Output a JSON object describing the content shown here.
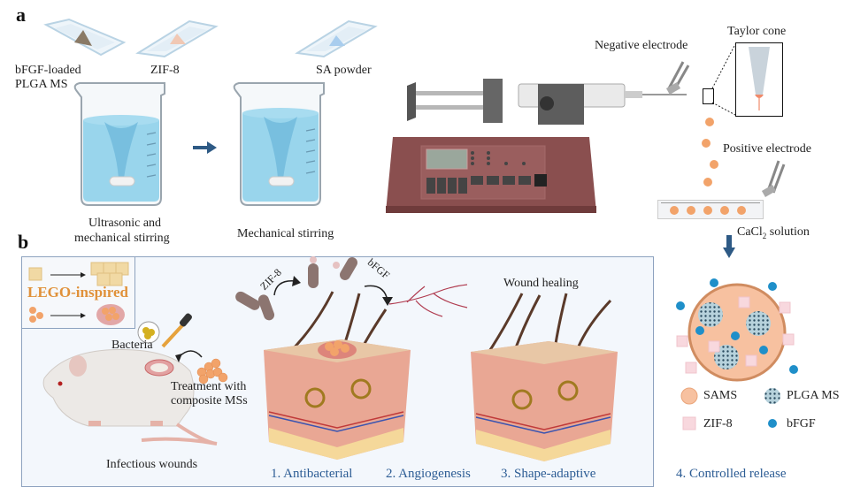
{
  "panels": {
    "a": {
      "letter": "a",
      "labels": {
        "bfgf_plga_line1": "bFGF-loaded",
        "bfgf_plga_line2": "PLGA MS",
        "zif8": "ZIF-8",
        "sa_powder": "SA powder",
        "step1_line1": "Ultrasonic and",
        "step1_line2": "mechanical stirring",
        "step2": "Mechanical stirring",
        "negative_electrode": "Negative electrode",
        "taylor_cone": "Taylor cone",
        "positive_electrode": "Positive electrode",
        "cacl2_prefix": "CaCl",
        "cacl2_sub": "2",
        "cacl2_suffix": " solution"
      }
    },
    "b": {
      "letter": "b",
      "lego_label": "LEGO-inspired",
      "labels": {
        "bacteria": "Bacteria",
        "treatment_line1": "Treatment with",
        "treatment_line2": "composite MSs",
        "infectious_wounds": "Infectious wounds",
        "zif8_arrow": "ZIF-8",
        "bfgf_arrow": "bFGF",
        "wound_healing": "Wound healing"
      },
      "functions": [
        "1.  Antibacterial",
        "2.  Angiogenesis",
        "3.  Shape-adaptive",
        "4. Controlled release"
      ]
    },
    "legend": [
      {
        "label": "SAMS",
        "symbol": "sams-sphere"
      },
      {
        "label": "PLGA MS",
        "symbol": "plga-ms-sphere"
      },
      {
        "label": "ZIF-8",
        "symbol": "zif8-cube"
      },
      {
        "label": "bFGF",
        "symbol": "bfgf-dot"
      }
    ]
  },
  "colors": {
    "accent_blue": "#2c5c94",
    "lego_orange": "#e0913a",
    "sams": "#f7c1a0",
    "bfgf": "#1f8fc9",
    "zif8": "#f8d8de",
    "pump_body": "#8a4f4f",
    "water": "#8fd0ea"
  }
}
